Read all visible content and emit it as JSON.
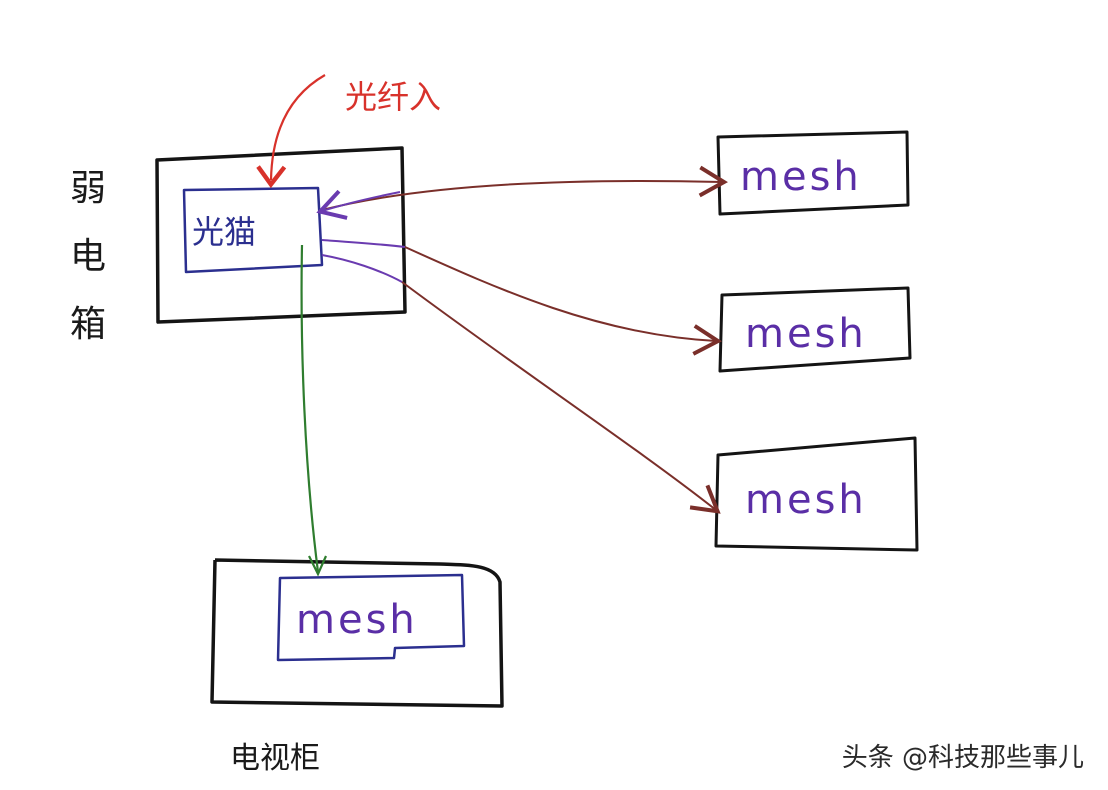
{
  "labels": {
    "fiber_in": "光纤入",
    "weak_box": [
      "弱",
      "电",
      "箱"
    ],
    "optical_modem": "光猫",
    "tv_cabinet": "电视柜",
    "mesh_nodes": [
      "mesh",
      "mesh",
      "mesh",
      "mesh"
    ]
  },
  "watermark": "头条 @科技那些事儿",
  "colors": {
    "box_outline": "#141414",
    "modem_outline": "#2b2f8f",
    "fiber_arrow": "#d8322b",
    "ethernet_arrow": "#7a2f2a",
    "wireless_link": "#6a3bb0",
    "down_link": "#2f7d2f",
    "mesh_text": "#5a2ea6"
  }
}
